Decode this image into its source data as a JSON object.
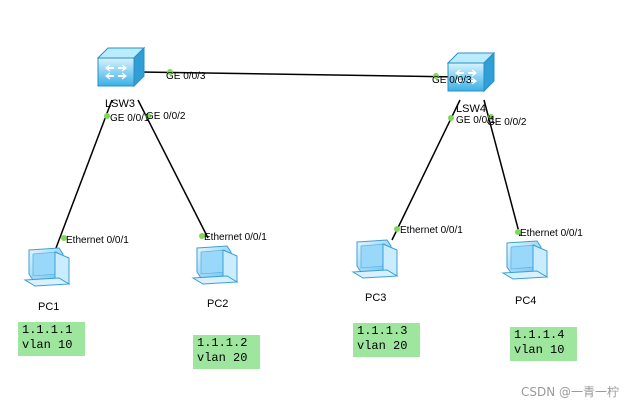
{
  "switches": [
    {
      "name": "LSW3"
    },
    {
      "name": "LSW4"
    }
  ],
  "pcs": [
    {
      "name": "PC1",
      "port": "Ethernet 0/0/1",
      "ip": "1.1.1.1",
      "vlan": "vlan 10"
    },
    {
      "name": "PC2",
      "port": "Ethernet 0/0/1",
      "ip": "1.1.1.2",
      "vlan": "vlan 20"
    },
    {
      "name": "PC3",
      "port": "Ethernet 0/0/1",
      "ip": "1.1.1.3",
      "vlan": "vlan 20"
    },
    {
      "name": "PC4",
      "port": "Ethernet 0/0/1",
      "ip": "1.1.1.4",
      "vlan": "vlan 10"
    }
  ],
  "ports": {
    "lsw3_trunk": "GE 0/0/3",
    "lsw4_trunk": "GE 0/0/3",
    "lsw3_to_pc1": "GE 0/0/1",
    "lsw3_to_pc2": "GE 0/0/2",
    "lsw4_to_pc3": "GE 0/0/1",
    "lsw4_to_pc4": "GE 0/0/2"
  },
  "watermark": "CSDN @一青一柠",
  "colors": {
    "note_bg": "#9ee69e",
    "link_dot": "#7ed957",
    "switch": "#5fc8f0",
    "pc": "#8fd3f7"
  }
}
